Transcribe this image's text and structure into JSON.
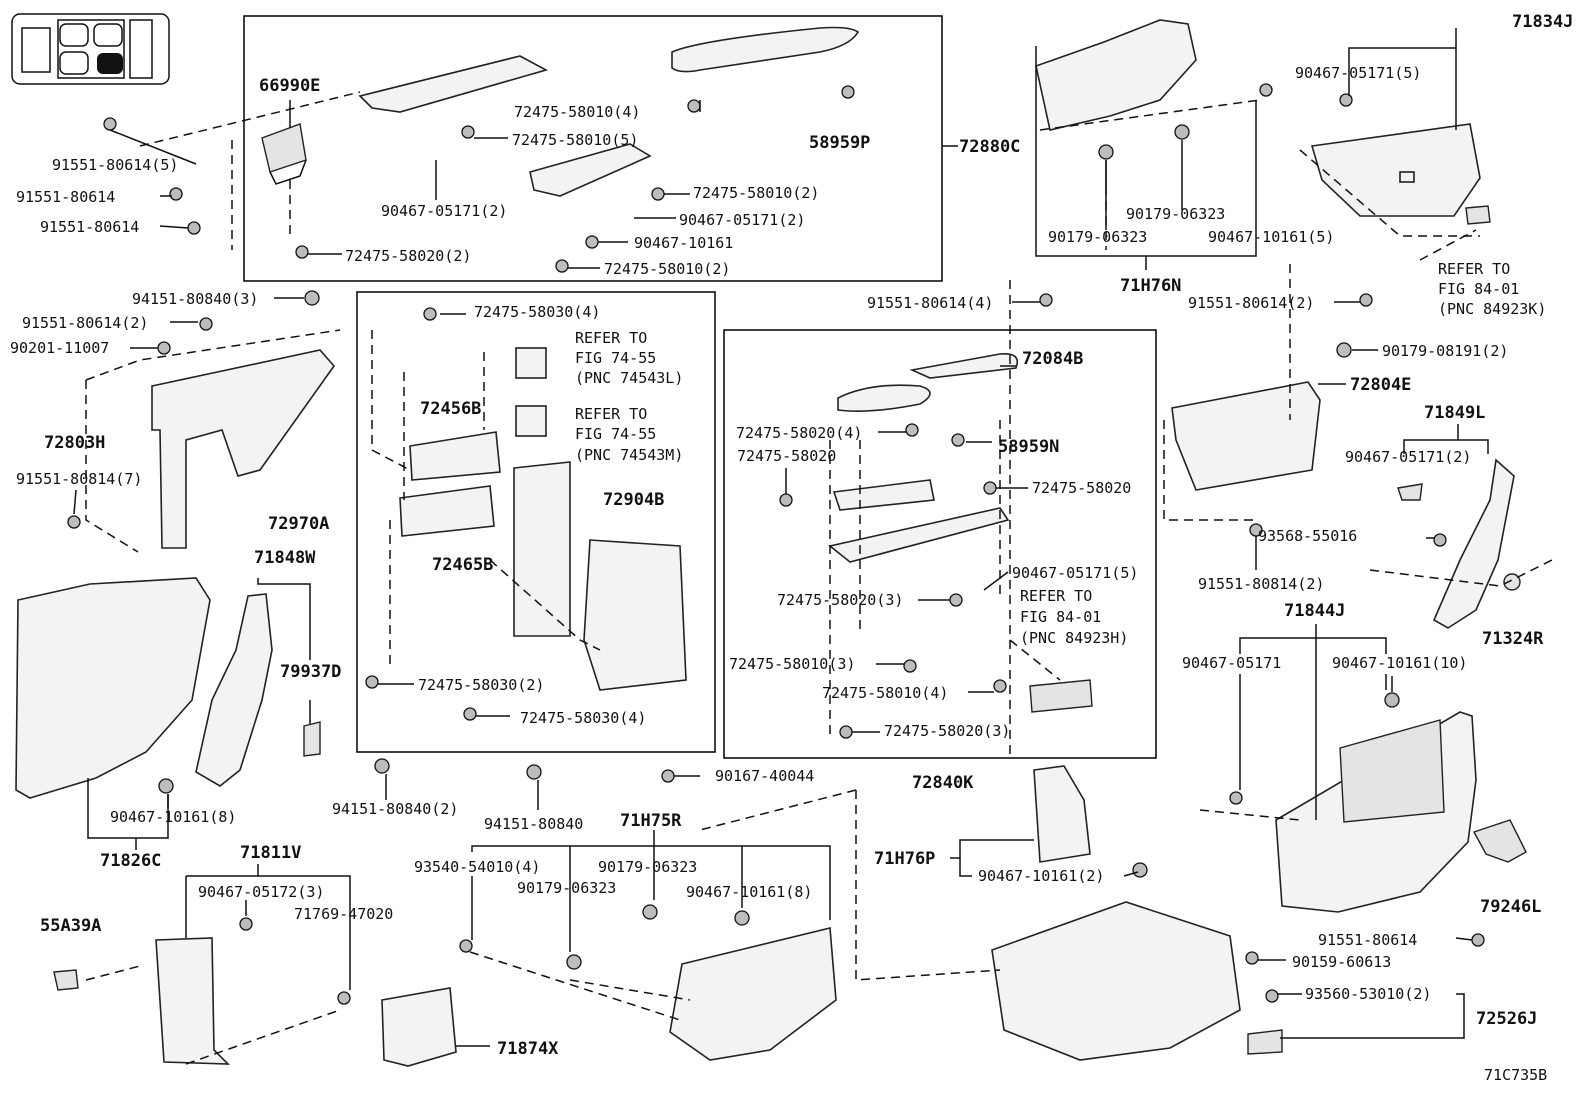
{
  "figure_code": "71C735B",
  "callouts": [
    {
      "id": "71834J",
      "text": "71834J"
    },
    {
      "id": "90467-05171(5)-a",
      "text": "90467-05171(5)"
    },
    {
      "id": "refer-84-01-a1",
      "text": "REFER TO"
    },
    {
      "id": "refer-84-01-a2",
      "text": "FIG 84-01"
    },
    {
      "id": "refer-84-01-a3",
      "text": "(PNC 84923K)"
    },
    {
      "id": "66990E",
      "text": "66990E"
    },
    {
      "id": "72475-58010(4)-a",
      "text": "72475-58010(4)"
    },
    {
      "id": "72475-58010(5)",
      "text": "72475-58010(5)"
    },
    {
      "id": "58959P",
      "text": "58959P"
    },
    {
      "id": "72880C",
      "text": "72880C"
    },
    {
      "id": "91551-80614(5)",
      "text": "91551-80614(5)"
    },
    {
      "id": "91551-80614-a",
      "text": "91551-80614"
    },
    {
      "id": "91551-80614-b",
      "text": "91551-80614"
    },
    {
      "id": "90467-05171(2)-a",
      "text": "90467-05171(2)"
    },
    {
      "id": "72475-58010(2)-a",
      "text": "72475-58010(2)"
    },
    {
      "id": "90467-05171(2)-b",
      "text": "90467-05171(2)"
    },
    {
      "id": "90467-10161-a",
      "text": "90467-10161"
    },
    {
      "id": "72475-58020(2)",
      "text": "72475-58020(2)"
    },
    {
      "id": "72475-58010(2)-b",
      "text": "72475-58010(2)"
    },
    {
      "id": "90179-06323-a",
      "text": "90179-06323"
    },
    {
      "id": "90179-06323-b",
      "text": "90179-06323"
    },
    {
      "id": "90467-10161(5)",
      "text": "90467-10161(5)"
    },
    {
      "id": "71H76N",
      "text": "71H76N"
    },
    {
      "id": "94151-80840(3)",
      "text": "94151-80840(3)"
    },
    {
      "id": "91551-80614(2)-a",
      "text": "91551-80614(2)"
    },
    {
      "id": "90201-11007",
      "text": "90201-11007"
    },
    {
      "id": "72475-58030(4)-a",
      "text": "72475-58030(4)"
    },
    {
      "id": "refer-74-55-a1",
      "text": "REFER TO"
    },
    {
      "id": "refer-74-55-a2",
      "text": "FIG 74-55"
    },
    {
      "id": "refer-74-55-a3",
      "text": "(PNC 74543L)"
    },
    {
      "id": "refer-74-55-b1",
      "text": "REFER TO"
    },
    {
      "id": "refer-74-55-b2",
      "text": "FIG 74-55"
    },
    {
      "id": "refer-74-55-b3",
      "text": "(PNC 74543M)"
    },
    {
      "id": "91551-80614(4)",
      "text": "91551-80614(4)"
    },
    {
      "id": "91551-80614(2)-b",
      "text": "91551-80614(2)"
    },
    {
      "id": "90179-08191(2)",
      "text": "90179-08191(2)"
    },
    {
      "id": "72084B",
      "text": "72084B"
    },
    {
      "id": "72804E",
      "text": "72804E"
    },
    {
      "id": "72456B",
      "text": "72456B"
    },
    {
      "id": "72803H",
      "text": "72803H"
    },
    {
      "id": "72475-58020(4)",
      "text": "72475-58020(4)"
    },
    {
      "id": "58959N",
      "text": "58959N"
    },
    {
      "id": "72475-58020-a",
      "text": "72475-58020"
    },
    {
      "id": "71849L",
      "text": "71849L"
    },
    {
      "id": "90467-05171(2)-c",
      "text": "90467-05171(2)"
    },
    {
      "id": "91551-80814(7)",
      "text": "91551-80814(7)"
    },
    {
      "id": "72904B",
      "text": "72904B"
    },
    {
      "id": "72475-58020-b",
      "text": "72475-58020"
    },
    {
      "id": "72970A",
      "text": "72970A"
    },
    {
      "id": "93568-55016",
      "text": "93568-55016"
    },
    {
      "id": "71848W",
      "text": "71848W"
    },
    {
      "id": "72465B",
      "text": "72465B"
    },
    {
      "id": "90467-05171(5)-b",
      "text": "90467-05171(5)"
    },
    {
      "id": "91551-80814(2)",
      "text": "91551-80814(2)"
    },
    {
      "id": "72475-58020(3)-a",
      "text": "72475-58020(3)"
    },
    {
      "id": "refer-84-01-b1",
      "text": "REFER TO"
    },
    {
      "id": "refer-84-01-b2",
      "text": "FIG 84-01"
    },
    {
      "id": "refer-84-01-b3",
      "text": "(PNC 84923H)"
    },
    {
      "id": "71844J",
      "text": "71844J"
    },
    {
      "id": "71324R",
      "text": "71324R"
    },
    {
      "id": "79937D",
      "text": "79937D"
    },
    {
      "id": "90467-05171-a",
      "text": "90467-05171"
    },
    {
      "id": "90467-10161(10)",
      "text": "90467-10161(10)"
    },
    {
      "id": "72475-58030(2)",
      "text": "72475-58030(2)"
    },
    {
      "id": "72475-58010(3)",
      "text": "72475-58010(3)"
    },
    {
      "id": "72475-58010(4)-b",
      "text": "72475-58010(4)"
    },
    {
      "id": "72475-58030(4)-b",
      "text": "72475-58030(4)"
    },
    {
      "id": "72475-58020(3)-b",
      "text": "72475-58020(3)"
    },
    {
      "id": "90467-10161(8)-a",
      "text": "90467-10161(8)"
    },
    {
      "id": "94151-80840(2)",
      "text": "94151-80840(2)"
    },
    {
      "id": "90167-40044",
      "text": "90167-40044"
    },
    {
      "id": "72840K",
      "text": "72840K"
    },
    {
      "id": "94151-80840",
      "text": "94151-80840"
    },
    {
      "id": "71H75R",
      "text": "71H75R"
    },
    {
      "id": "71826C",
      "text": "71826C"
    },
    {
      "id": "71811V",
      "text": "71811V"
    },
    {
      "id": "71H76P",
      "text": "71H76P"
    },
    {
      "id": "93540-54010(4)",
      "text": "93540-54010(4)"
    },
    {
      "id": "90179-06323-c",
      "text": "90179-06323"
    },
    {
      "id": "90467-10161(2)",
      "text": "90467-10161(2)"
    },
    {
      "id": "90467-05172(3)",
      "text": "90467-05172(3)"
    },
    {
      "id": "90179-06323-d",
      "text": "90179-06323"
    },
    {
      "id": "90467-10161(8)-b",
      "text": "90467-10161(8)"
    },
    {
      "id": "71769-47020",
      "text": "71769-47020"
    },
    {
      "id": "79246L",
      "text": "79246L"
    },
    {
      "id": "55A39A",
      "text": "55A39A"
    },
    {
      "id": "91551-80614-c",
      "text": "91551-80614"
    },
    {
      "id": "90159-60613",
      "text": "90159-60613"
    },
    {
      "id": "93560-53010(2)",
      "text": "93560-53010(2)"
    },
    {
      "id": "72526J",
      "text": "72526J"
    },
    {
      "id": "71874X",
      "text": "71874X"
    }
  ]
}
